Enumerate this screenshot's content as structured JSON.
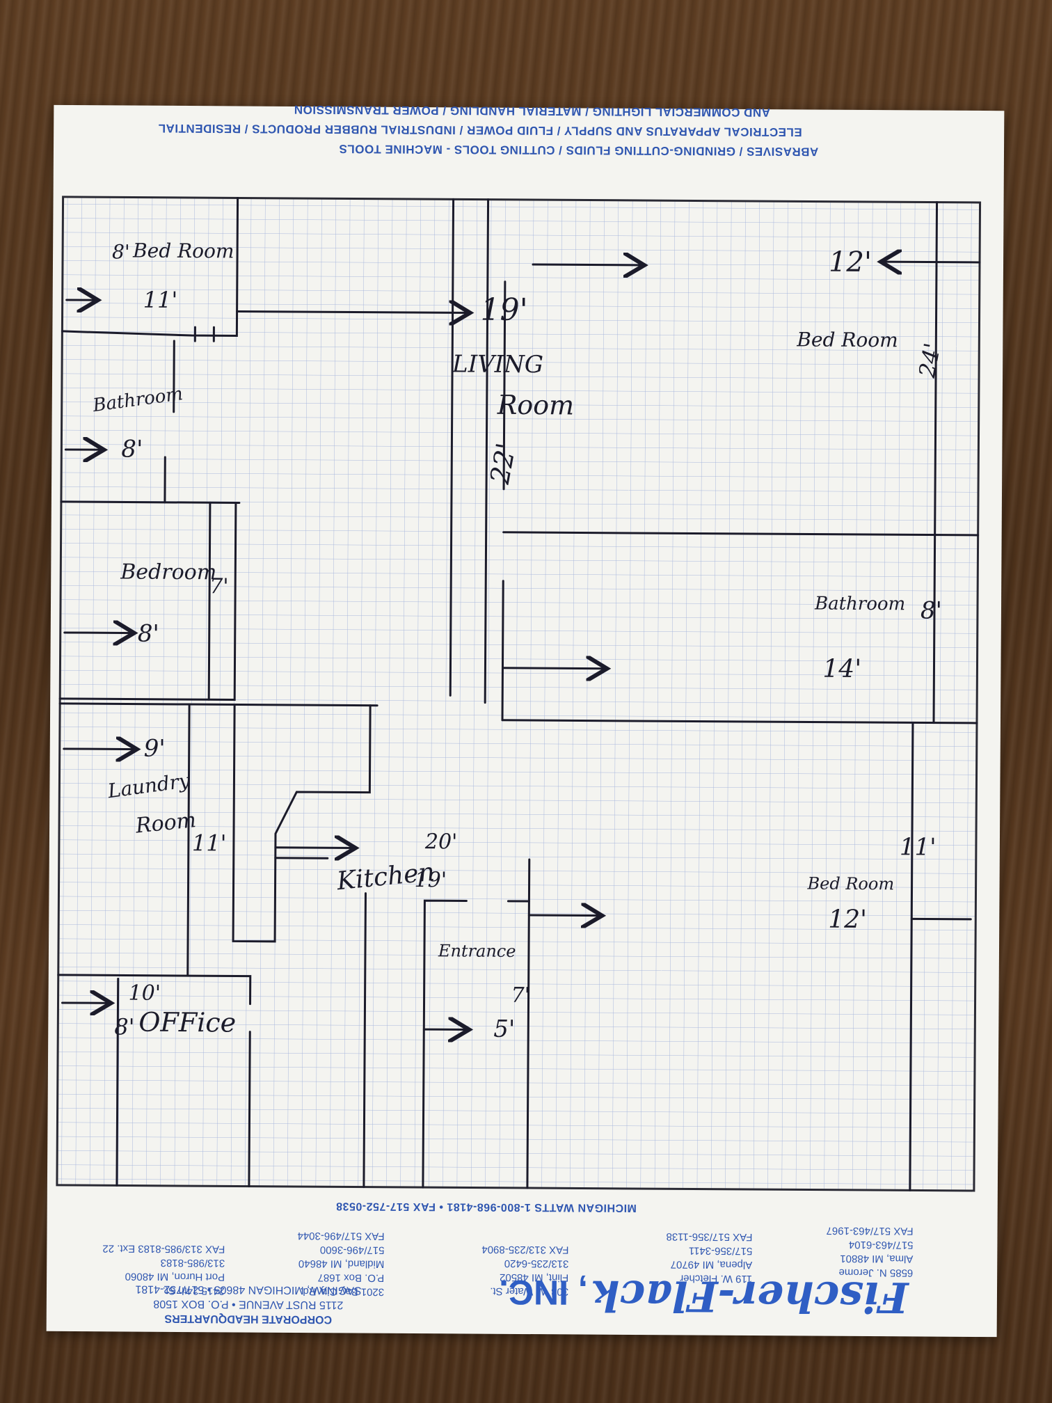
{
  "header": {
    "line1": "ABRASIVES / GRINDING-CUTTING FLUIDS / CUTTING TOOLS - MACHINE TOOLS",
    "line2": "ELECTRICAL APPARATUS AND SUPPLY / FLUID POWER / INDUSTRIAL RUBBER PRODUCTS / RESIDENTIAL",
    "line3": "AND COMMERCIAL LIGHTING / MATERIAL HANDLING / POWER TRANSMISSION"
  },
  "footer": {
    "watts": "MICHIGAN WATTS 1-800-968-4181 • FAX 517-752-0538",
    "branches": [
      "6585 N. Jerome\nAlma, MI 48801\n517/463-6104\nFAX 517/463-1967",
      "119 W. Fletcher\nAlpena, MI 49707\n517/356-3411\nFAX 517/356-1138",
      "303 W. Water St.\nFlint, MI 48502\n313/235-6420\nFAX 313/235-8904",
      "3201 Bay City Rd.\nP.O. Box 1687\nMidland, MI 48640\n517/496-3600\nFAX 517/496-3044",
      "2415 24th St.\nPort Huron, MI 48060\n313/985-8183\nFAX 313/985-8183 Ext. 22"
    ],
    "hq_title": "CORPORATE HEADQUARTERS",
    "hq_line1": "2115 RUST AVENUE • P.O. BOX 1508",
    "hq_line2": "SAGINAW, MICHIGAN 48605 • 517/752-4181",
    "logo": "Fischer-Flack",
    "logo_suffix": ", INC."
  },
  "plan": {
    "bedroom_nw": "Bed Room",
    "bedroom_nw_w": "8'",
    "bedroom_nw_l": "11'",
    "living_w": "19'",
    "living_l1": "LIVING",
    "living_l2": "Room",
    "living_h": "22'",
    "bedroom_ne_w": "12'",
    "bedroom_ne": "Bed Room",
    "bedroom_ne_h": "24'",
    "bathroom_w": "Bathroom",
    "bathroom_w_w": "8'",
    "bedroom_w": "Bedroom",
    "bedroom_w_h": "7'",
    "bedroom_w_w": "8'",
    "bathroom_e": "Bathroom",
    "bathroom_e_h": "8'",
    "bathroom_e_w": "14'",
    "laundry_w": "9'",
    "laundry_l1": "Laundry",
    "laundry_l2": "Room",
    "laundry_h": "11'",
    "kitchen": "Kitchen",
    "kitchen_w": "20'",
    "kitchen_h": "19'",
    "bedroom_se_h": "11'",
    "bedroom_se": "Bed Room",
    "bedroom_se_w": "12'",
    "entrance": "Entrance",
    "entrance_h": "7'",
    "entrance_w": "5'",
    "office_w": "10'",
    "office_h": "8'",
    "office": "OFFice"
  }
}
